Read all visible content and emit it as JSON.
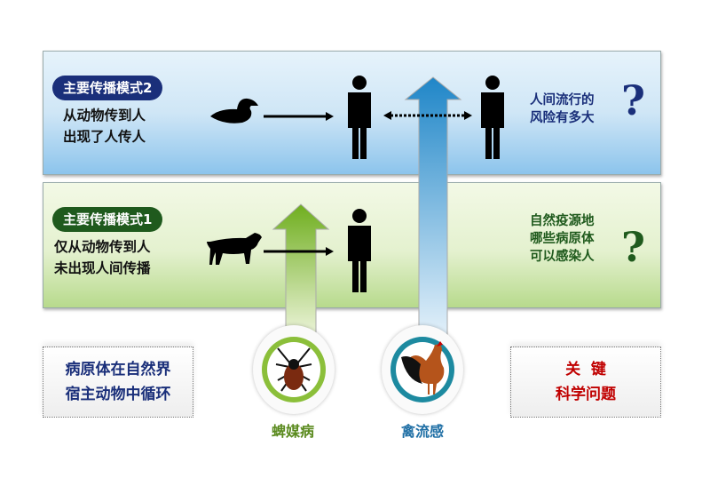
{
  "mode2": {
    "badge": "主要传播模式2",
    "desc": [
      "从动物传到人",
      "出现了人传人"
    ],
    "question": [
      "人间流行的",
      "风险有多大"
    ],
    "qmark": "?"
  },
  "mode1": {
    "badge": "主要传播模式1",
    "desc": [
      "仅从动物传到人",
      "未出现人间传播"
    ],
    "question": [
      "自然疫源地",
      "哪些病原体",
      "可以感染人"
    ],
    "qmark": "?"
  },
  "left_box": [
    "病原体在自然界",
    "宿主动物中循环"
  ],
  "right_box": [
    "关  键",
    "科学问题"
  ],
  "examples": [
    {
      "label": "蜱媒病",
      "color": "#5a8a1e"
    },
    {
      "label": "禽流感",
      "color": "#1f6fa5"
    }
  ],
  "colors": {
    "blue": "#1a2f7a",
    "green": "#1f5a1d",
    "red": "#c00000"
  }
}
